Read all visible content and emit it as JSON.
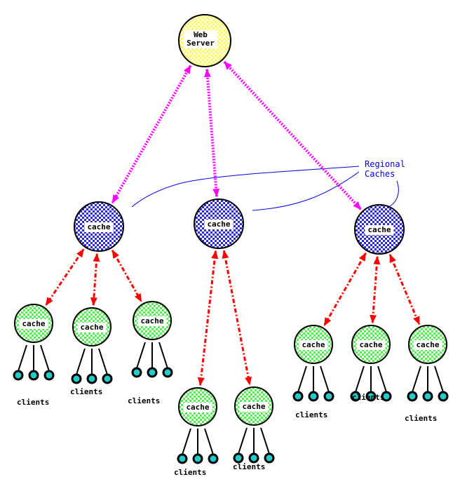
{
  "colors": {
    "server_fill": "#ffff55",
    "regional_fill": "#2a2ad8",
    "leaf_fill": "#55ee55",
    "client_fill": "#22cccc",
    "server_link": "#ff00ff",
    "cache_link": "#ff0000",
    "callout": "#0000ee"
  },
  "server": {
    "label_line1": "Web",
    "label_line2": "Server"
  },
  "regional_label_line1": "Regional",
  "regional_label_line2": "Caches",
  "cache_label": "cache",
  "clients_label": "clients",
  "regional_caches": [
    {
      "label": "cache",
      "children": [
        {
          "label": "cache",
          "clients_label": "clients",
          "clients": 3
        },
        {
          "label": "cache",
          "clients_label": "clients",
          "clients": 3
        },
        {
          "label": "cache",
          "clients_label": "clients",
          "clients": 3
        }
      ]
    },
    {
      "label": "cache",
      "children": [
        {
          "label": "cache",
          "clients_label": "clients",
          "clients": 3
        },
        {
          "label": "cache",
          "clients_label": "clients",
          "clients": 3
        }
      ]
    },
    {
      "label": "cache",
      "children": [
        {
          "label": "cache",
          "clients_label": "clients",
          "clients": 3
        },
        {
          "label": "cache",
          "clients_label": "clients",
          "clients": 3
        },
        {
          "label": "cache",
          "clients_label": "clients",
          "clients": 3
        }
      ]
    }
  ]
}
